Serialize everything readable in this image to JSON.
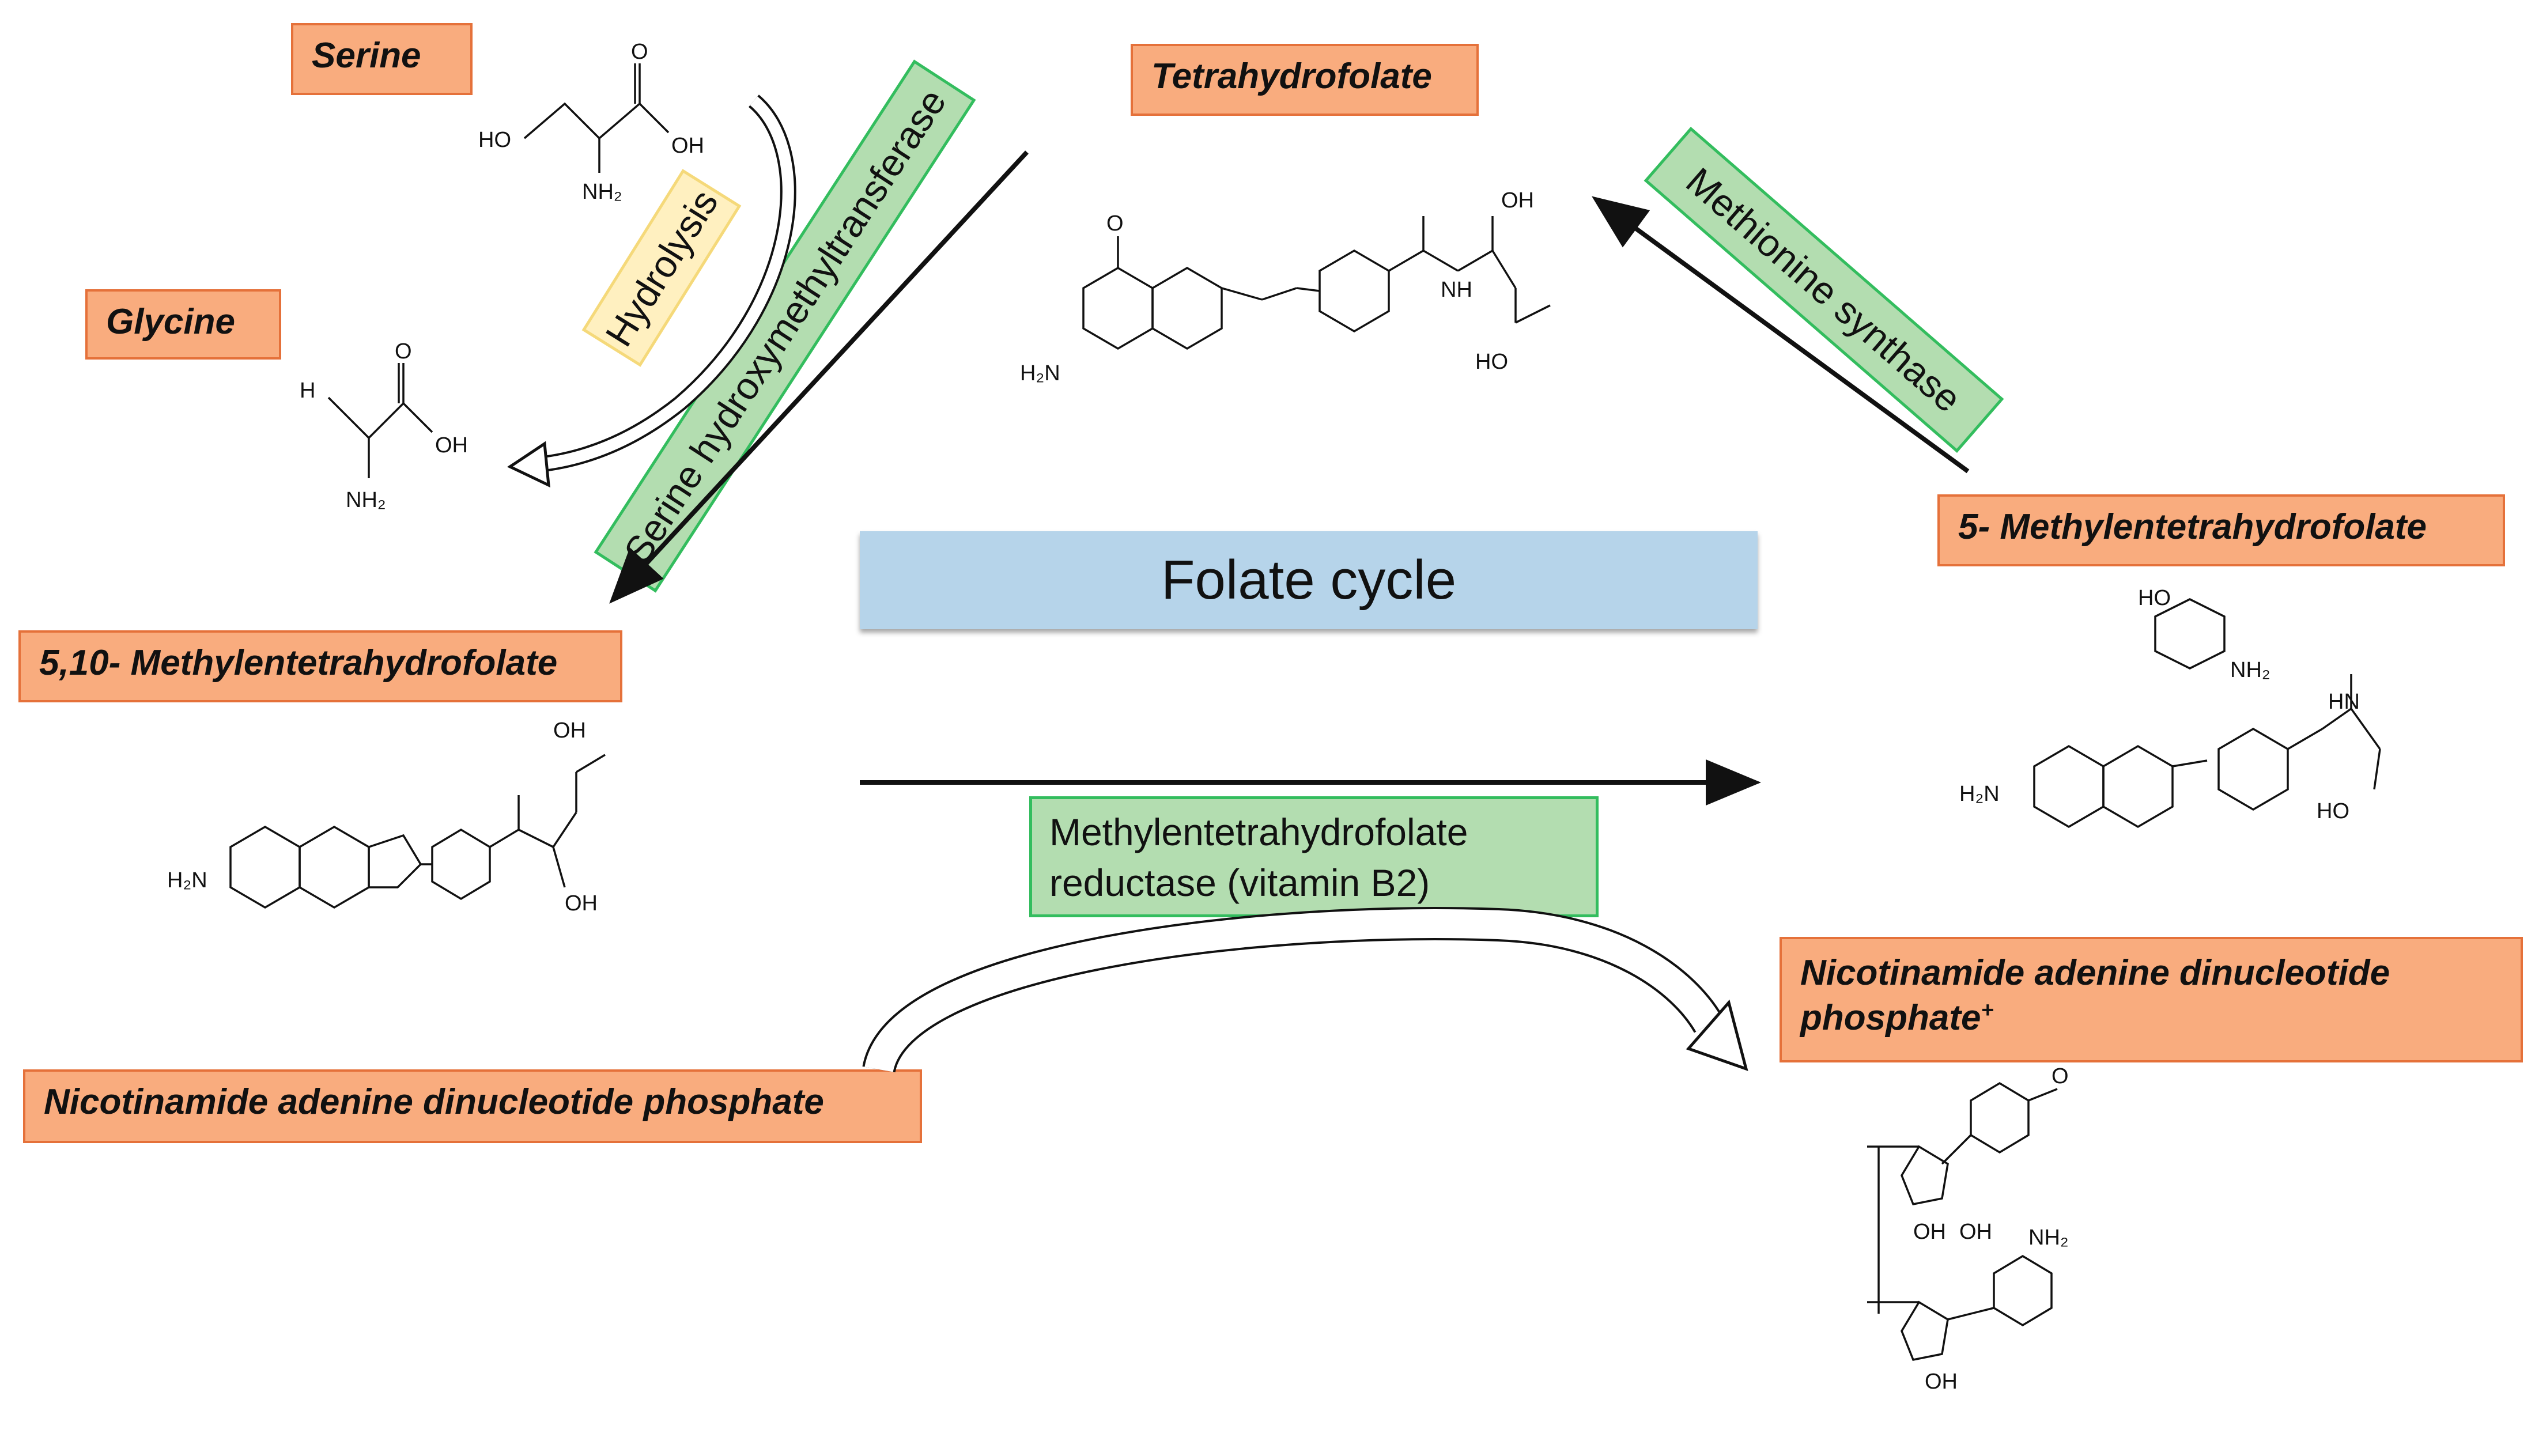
{
  "title": "Folate cycle",
  "compounds": {
    "serine": "Serine",
    "glycine": "Glycine",
    "thf": "Tetrahydrofolate",
    "methylene_thf": "5,10- Methylentetrahydrofolate",
    "methyl_thf": "5- Methylentetrahydrofolate",
    "nadph": "Nicotinamide adenine dinucleotide phosphate",
    "nadp_plus": "Nicotinamide adenine dinucleotide phosphate",
    "nadp_plus_charge": "+"
  },
  "enzymes": {
    "hydrolysis": "Hydrolysis",
    "shmt": "Serine hydroxymethyltransferase",
    "ms": "Methionine synthase",
    "mthfr_line1": "Methylentetrahydrofolate",
    "mthfr_line2": "reductase (vitamin B2)"
  },
  "atoms": {
    "ho": "HO",
    "oh": "OH",
    "o": "O",
    "nh2": "NH₂",
    "h": "H",
    "n": "N",
    "nh": "NH",
    "hn": "HN",
    "h2n": "H₂N"
  },
  "colors": {
    "compound_fill": "#F9AC7E",
    "compound_border": "#E5713A",
    "enzyme_fill": "#B3DDB0",
    "enzyme_border": "#33BD5E",
    "hydrolysis_fill": "#FFF0C0",
    "title_fill": "#B6D4EA"
  }
}
